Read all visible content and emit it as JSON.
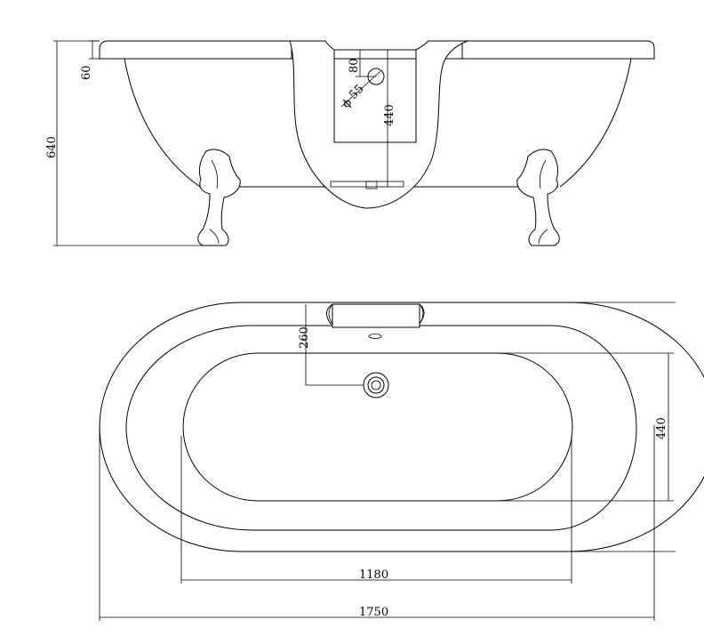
{
  "side_view": {
    "dims": {
      "rim_height": "60",
      "overall_height": "640",
      "overflow_offset": "80",
      "overflow_diameter": "55",
      "overflow_to_waste": "440"
    },
    "diameter_symbol": "ϕ"
  },
  "plan_view": {
    "dims": {
      "waste_offset": "260",
      "inner_width": "440",
      "inner_length": "1180",
      "overall_length": "1750"
    }
  }
}
